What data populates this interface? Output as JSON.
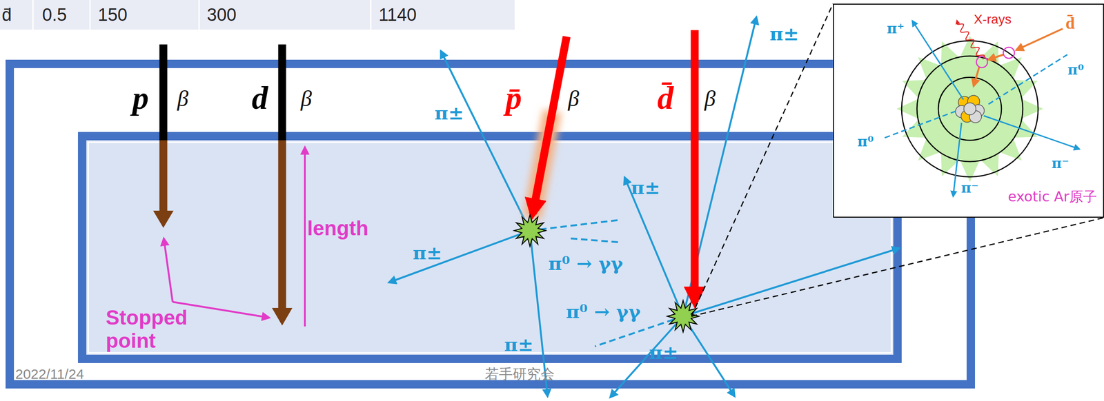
{
  "diagram": {
    "nodes": [
      {
        "text": [
          "π⁺",
          "X-rays",
          "d̄",
          "π⁰",
          "π⁰",
          "π⁻",
          "π⁻",
          "exotic Ar原子"
        ]
      }
    ],
    "labels": [
      "d̄",
      "0.5",
      "150",
      "300",
      "1140",
      "p",
      "β",
      "d",
      "β",
      "p̄",
      "β",
      "d̄",
      "β",
      "π±",
      "π±",
      "π±",
      "length",
      "π±",
      "π⁰ → γγ",
      "Stopped point",
      "π⁰ → γγ",
      "π±",
      "π±",
      "2022/11/24",
      "若手研究会"
    ]
  }
}
